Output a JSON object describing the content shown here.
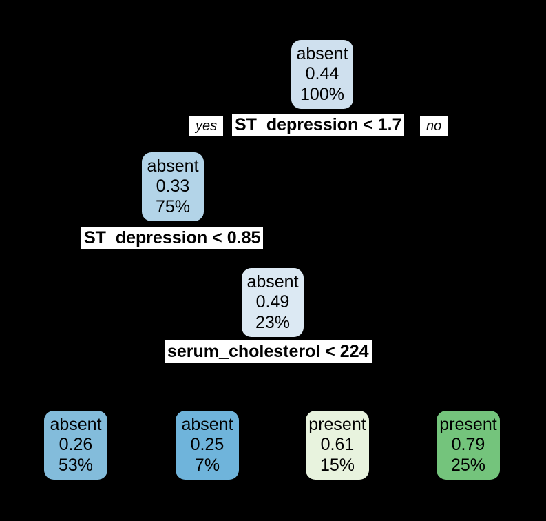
{
  "figure": {
    "type": "decision-tree",
    "background_color": "#000000",
    "label_background_color": "#ffffff",
    "text_color": "#000000"
  },
  "chart_data": {
    "type": "tree",
    "title": "",
    "root_split": "ST_depression < 1.7",
    "classes": [
      "absent",
      "present"
    ],
    "nodes": [
      {
        "id": "root",
        "class_label": "absent",
        "probability": "0.44",
        "percent": "100%",
        "fill": "#cfe0ee",
        "split": "ST_depression < 1.7",
        "yes_label": "yes",
        "no_label": "no",
        "depth": 0
      },
      {
        "id": "n2",
        "class_label": "absent",
        "probability": "0.33",
        "percent": "75%",
        "fill": "#b3d4e8",
        "split": "ST_depression < 0.85",
        "depth": 1
      },
      {
        "id": "n3",
        "class_label": "absent",
        "probability": "0.49",
        "percent": "23%",
        "fill": "#dce9f3",
        "split": "serum_cholesterol < 224",
        "depth": 2
      }
    ],
    "leaves": [
      {
        "id": "leaf1",
        "class_label": "absent",
        "probability": "0.26",
        "percent": "53%",
        "fill": "#83bcdb"
      },
      {
        "id": "leaf2",
        "class_label": "absent",
        "probability": "0.25",
        "percent": "7%",
        "fill": "#6fb4db"
      },
      {
        "id": "leaf3",
        "class_label": "present",
        "probability": "0.61",
        "percent": "15%",
        "fill": "#e8f3de"
      },
      {
        "id": "leaf4",
        "class_label": "present",
        "probability": "0.79",
        "percent": "25%",
        "fill": "#74c47c"
      }
    ]
  },
  "tree": {
    "root": {
      "class_label": "absent",
      "probability": "0.44",
      "percent": "100%",
      "split": "ST_depression < 1.7",
      "yes_label": "yes",
      "no_label": "no"
    },
    "node2": {
      "class_label": "absent",
      "probability": "0.33",
      "percent": "75%",
      "split": "ST_depression < 0.85"
    },
    "node3": {
      "class_label": "absent",
      "probability": "0.49",
      "percent": "23%",
      "split": "serum_cholesterol < 224"
    },
    "leaf1": {
      "class_label": "absent",
      "probability": "0.26",
      "percent": "53%"
    },
    "leaf2": {
      "class_label": "absent",
      "probability": "0.25",
      "percent": "7%"
    },
    "leaf3": {
      "class_label": "present",
      "probability": "0.61",
      "percent": "15%"
    },
    "leaf4": {
      "class_label": "present",
      "probability": "0.79",
      "percent": "25%"
    }
  }
}
